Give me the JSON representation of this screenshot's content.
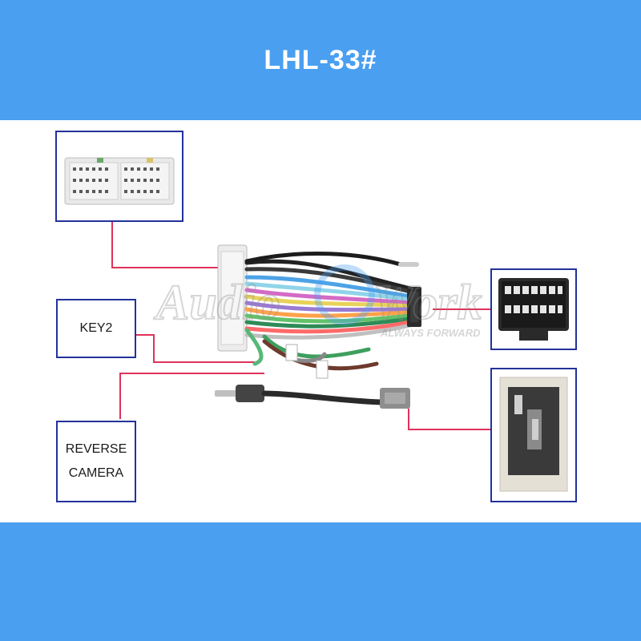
{
  "title": "LHL-33#",
  "labels": {
    "key2": "KEY2",
    "reverse_line1": "REVERSE",
    "reverse_line2": "CAMERA"
  },
  "watermark": {
    "brand": "Audio Work",
    "tagline": "ALWAYS FORWARD"
  },
  "colors": {
    "banner": "#4a9ff0",
    "box_border": "#23329a",
    "leader_line": "#e0325a"
  }
}
